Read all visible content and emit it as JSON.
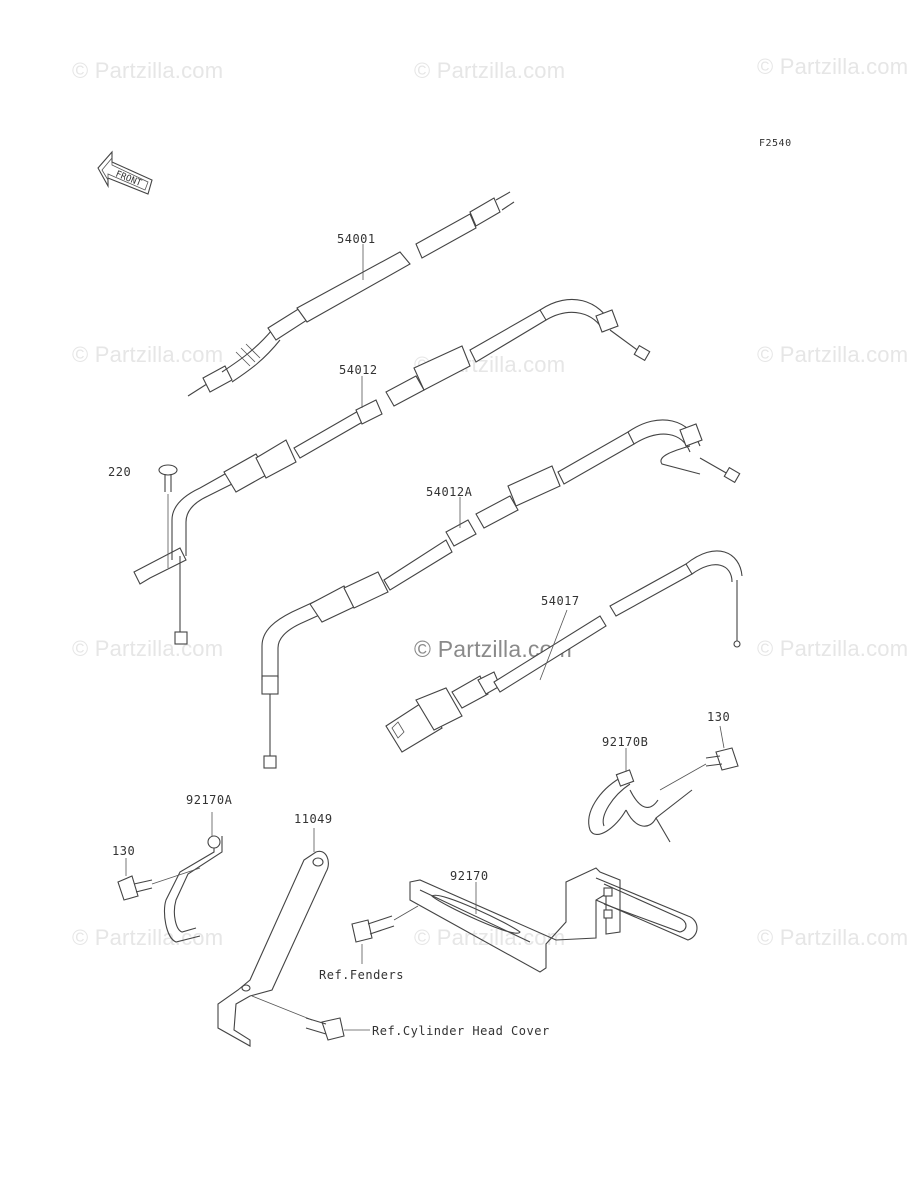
{
  "watermarks": {
    "text": "© Partzilla.com",
    "center_text": "© Partzilla.com"
  },
  "diagram": {
    "figure_code": "F2540",
    "front_label": "FRONT",
    "labels": {
      "p54001": "54001",
      "p54012": "54012",
      "p220": "220",
      "p54012A": "54012A",
      "p54017": "54017",
      "p130_right": "130",
      "p92170B": "92170B",
      "p92170A": "92170A",
      "p130_left": "130",
      "p11049": "11049",
      "p92170": "92170",
      "ref_fenders": "Ref.Fenders",
      "ref_cylinder": "Ref.Cylinder Head Cover"
    }
  }
}
